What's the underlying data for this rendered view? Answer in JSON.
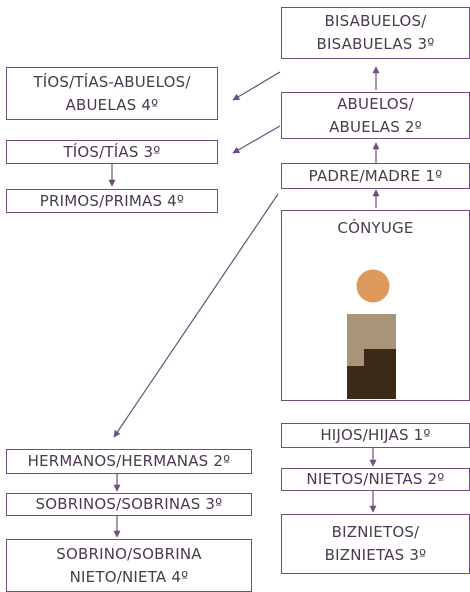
{
  "diagram": {
    "nodes": {
      "bisabuelos": "BISABUELOS/\nBISABUELAS 3º",
      "tios_abuelos": "TÍOS/TÍAS-ABUELOS/\nABUELAS 4º",
      "abuelos": "ABUELOS/\nABUELAS 2º",
      "tios": "TÍOS/TÍAS 3º",
      "primos": "PRIMOS/PRIMAS 4º",
      "padre": "PADRE/MADRE 1º",
      "conyuge": "CÓNYUGE",
      "hermanos": "HERMANOS/HERMANAS 2º",
      "hijos": "HIJOS/HIJAS 1º",
      "sobrinos": "SOBRINOS/SOBRINAS 3º",
      "nietos": "NIETOS/NIETAS 2º",
      "sobrino_nieto": "SOBRINO/SOBRINA\nNIETO/NIETA 4º",
      "biznietos": "BIZNIETOS/\nBIZNIETAS 3º"
    },
    "colors": {
      "border": "#6e4f7d",
      "arrow": "#6e4f7d",
      "text": "#4a3a4e",
      "person_head": "#dd9a5c",
      "person_body_light": "#a89478",
      "person_body_dark": "#3b2a17"
    }
  }
}
